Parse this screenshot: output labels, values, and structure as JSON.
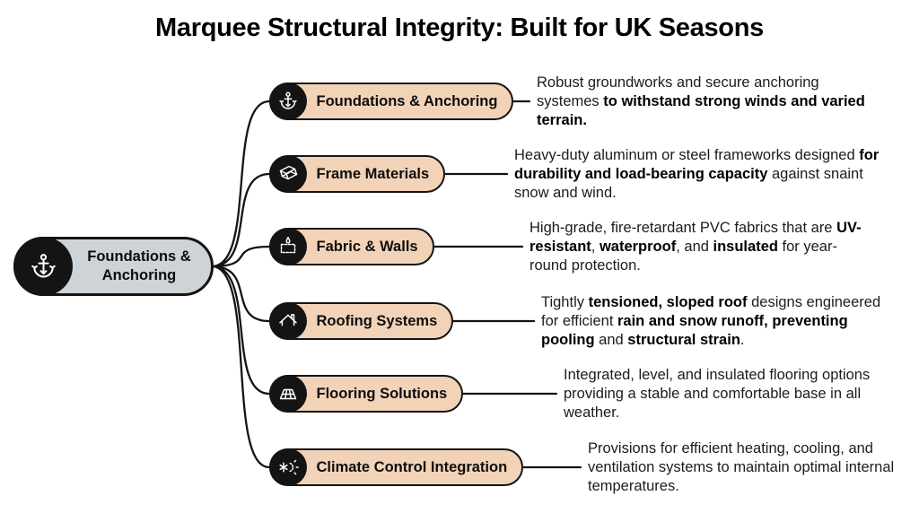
{
  "title": "Marquee Structural Integrity: Built for UK Seasons",
  "root": {
    "label": "Foundations & Anchoring",
    "icon": "anchor-icon"
  },
  "colors": {
    "background": "#ffffff",
    "root_fill": "#cdd3d7",
    "branch_fill": "#f3d3b8",
    "node_border": "#141414",
    "icon_background": "#141414",
    "icon_glyph": "#ffffff",
    "connector": "#141414",
    "text": "#1c1c1c"
  },
  "nodes": [
    {
      "label": "Foundations & Anchoring",
      "icon": "anchor-icon",
      "description": [
        {
          "text": "Robust groundworks and secure anchoring systemes ",
          "bold": false
        },
        {
          "text": "to withstand strong winds and varied terrain.",
          "bold": true
        }
      ]
    },
    {
      "label": "Frame Materials",
      "icon": "i-beam-icon",
      "description": [
        {
          "text": "Heavy-duty aluminum or steel frameworks designed ",
          "bold": false
        },
        {
          "text": "for durability and load-bearing capacity",
          "bold": true
        },
        {
          "text": " against snaint snow and wind.",
          "bold": false
        }
      ]
    },
    {
      "label": "Fabric & Walls",
      "icon": "fabric-swatch-icon",
      "description": [
        {
          "text": "High-grade, fire-retardant PVC fabrics that are ",
          "bold": false
        },
        {
          "text": "UV-resistant",
          "bold": true
        },
        {
          "text": ", ",
          "bold": false
        },
        {
          "text": "waterproof",
          "bold": true
        },
        {
          "text": ", and ",
          "bold": false
        },
        {
          "text": "insulated",
          "bold": true
        },
        {
          "text": " for year-round protection.",
          "bold": false
        }
      ]
    },
    {
      "label": "Roofing Systems",
      "icon": "roof-icon",
      "description": [
        {
          "text": "Tightly ",
          "bold": false
        },
        {
          "text": "tensioned, sloped roof",
          "bold": true
        },
        {
          "text": " designs engineered for efficient ",
          "bold": false
        },
        {
          "text": "rain and snow runoff, preventing pooling",
          "bold": true
        },
        {
          "text": " and ",
          "bold": false
        },
        {
          "text": "structural strain",
          "bold": true
        },
        {
          "text": ".",
          "bold": false
        }
      ]
    },
    {
      "label": "Flooring Solutions",
      "icon": "floor-planks-icon",
      "description": [
        {
          "text": "Integrated, level, and insulated flooring options providing a stable and comfortable base in all weather.",
          "bold": false
        }
      ]
    },
    {
      "label": "Climate Control Integration",
      "icon": "climate-icon",
      "description": [
        {
          "text": "Provisions for efficient heating, cooling, and ventilation systems to maintain optimal internal temperatures.",
          "bold": false
        }
      ]
    }
  ]
}
